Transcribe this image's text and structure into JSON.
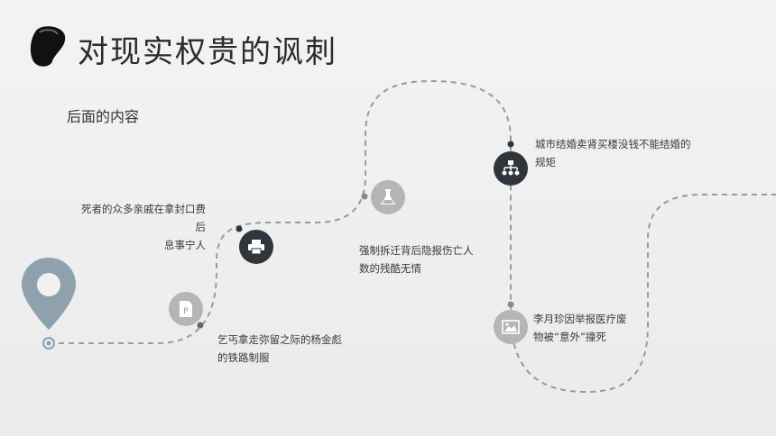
{
  "title": "对现实权贵的讽刺",
  "subtitle": "后面的内容",
  "colors": {
    "accent_dark": "#2f353a",
    "accent_light": "#b5b5b5",
    "pin": "#8fa1ad",
    "path": "#9a9a9a"
  },
  "steps": [
    {
      "id": "step1",
      "icon": "document-p-icon",
      "lines": [
        "乞丐拿走弥留之际的杨金彪",
        "的铁路制服"
      ]
    },
    {
      "id": "step2",
      "icon": "printer-icon",
      "lines": [
        "死者的众多亲戚在拿封口费",
        "后",
        "息事宁人"
      ]
    },
    {
      "id": "step3",
      "icon": "flask-icon",
      "lines": [
        "强制拆迁背后隐报伤亡人",
        "数的残酷无情"
      ]
    },
    {
      "id": "step4",
      "icon": "hierarchy-icon",
      "lines": [
        "城市结婚卖肾买楼没钱不能结婚的",
        "规矩"
      ]
    },
    {
      "id": "step5",
      "icon": "picture-icon",
      "lines": [
        "李月珍因举报医疗废",
        "物被“意外”撞死"
      ]
    }
  ]
}
